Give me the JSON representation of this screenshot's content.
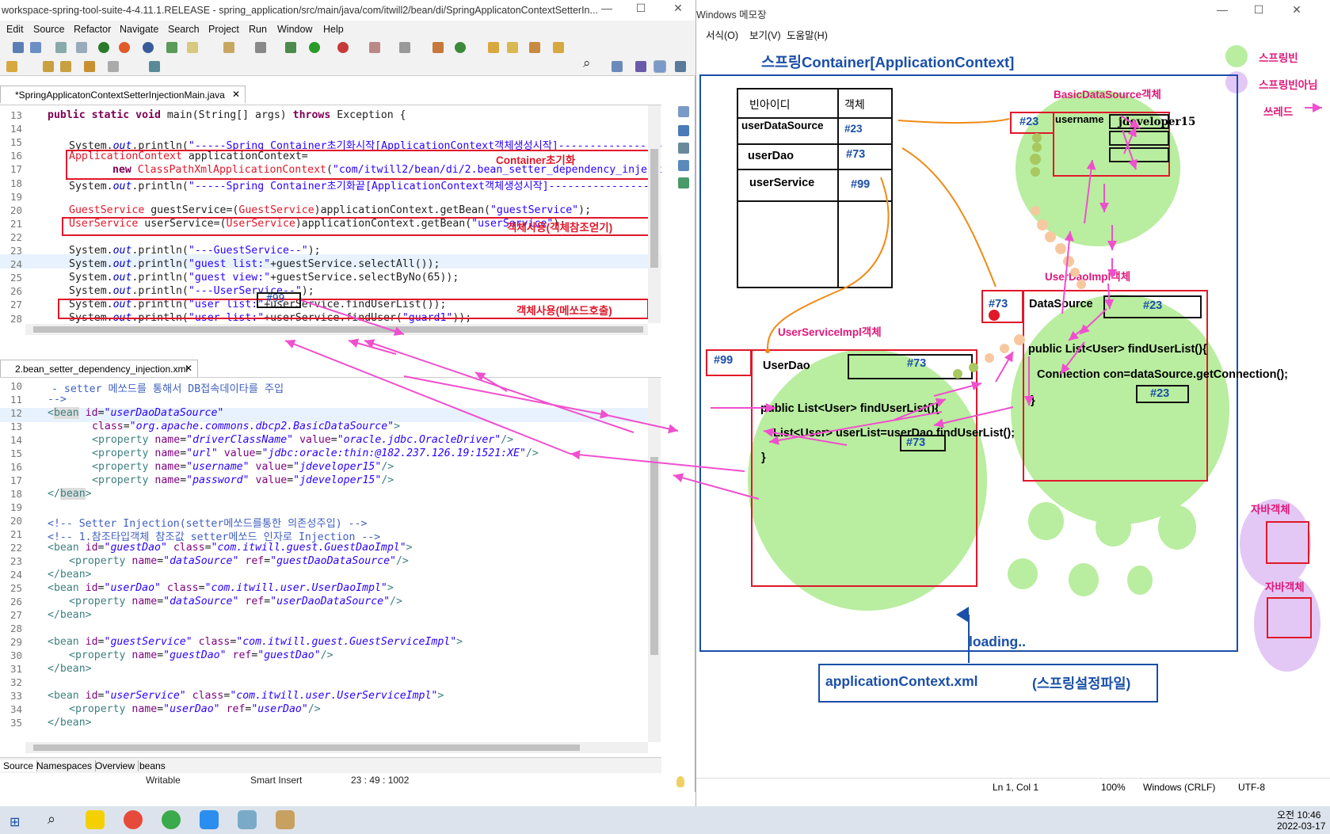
{
  "eclipse": {
    "window_title": "workspace-spring-tool-suite-4-4.11.1.RELEASE - spring_application/src/main/java/com/itwill2/bean/di/SpringApplicatonContextSetterIn...",
    "menu": [
      "Edit",
      "Source",
      "Refactor",
      "Navigate",
      "Search",
      "Project",
      "Run",
      "Window",
      "Help"
    ],
    "java_tab": "*SpringApplicatonContextSetterInjectionMain.java",
    "xml_tab": "2.bean_setter_dependency_injection.xml",
    "java_line_numbers": [
      "13",
      "14",
      "15",
      "16",
      "17",
      "18",
      "19",
      "20",
      "21",
      "22",
      "23",
      "24",
      "25",
      "26",
      "27",
      "28"
    ],
    "xml_line_numbers": [
      "10",
      "11",
      "12",
      "13",
      "14",
      "15",
      "16",
      "17",
      "18",
      "19",
      "20",
      "21",
      "22",
      "23",
      "24",
      "25",
      "26",
      "27",
      "28",
      "29",
      "30",
      "31",
      "32",
      "33",
      "34",
      "35"
    ],
    "annotations": {
      "container_init": "Container초기화",
      "object_use_ref": "객체사용(객체참조얻기)",
      "object_use_method": "객체사용(메쏘드호출)",
      "ref99": "#99"
    },
    "bottom_tabs": [
      "Source",
      "Namespaces",
      "Overview",
      "beans"
    ],
    "status": {
      "writable": "Writable",
      "insert": "Smart Insert",
      "position": "23 : 49 : 1002"
    }
  },
  "notepad": {
    "window_title": "Windows 메모장",
    "menu": [
      "서식(O)",
      "보기(V)",
      "도움말(H)"
    ],
    "container_title": "스프링Container[ApplicationContext]",
    "legend": {
      "spring_bean": "스프링빈",
      "not_spring_bean": "스프링빈아님",
      "thread": "쓰레드"
    },
    "table": {
      "col_id": "빈아이디",
      "col_obj": "객체",
      "rows": [
        {
          "id": "userDataSource",
          "ref": "#23"
        },
        {
          "id": "userDao",
          "ref": "#73"
        },
        {
          "id": "userService",
          "ref": "#99"
        }
      ]
    },
    "basic_ds": {
      "title": "BasicDataSource객체",
      "ref": "#23",
      "prop": "username",
      "value": "jdeveloper15"
    },
    "userdao_impl": {
      "title": "UserDaoImpl객체",
      "ref": "#73",
      "field": "DataSource",
      "field_ref": "#23",
      "method": "public List<User> findUserList(){",
      "body": "Connection con=dataSource.getConnection();",
      "body_ref": "#23",
      "close": "}"
    },
    "userservice_impl": {
      "title": "UserServiceImpl객체",
      "ref": "#99",
      "field": "UserDao",
      "field_ref": "#73",
      "method": "public List<User> findUserList(){",
      "body": "List<User> userList=userDao.findUserList();",
      "body_ref": "#73",
      "close": "}"
    },
    "java_obj": [
      "자바객체",
      "자바객체"
    ],
    "loading": "loading..",
    "config_file": "applicationContext.xml",
    "config_desc": "(스프링설정파일)",
    "status": {
      "pos": "Ln 1, Col 1",
      "zoom": "100%",
      "eol": "Windows (CRLF)",
      "enc": "UTF-8"
    }
  },
  "taskbar": {
    "time": "오전 10:46",
    "date": "2022-03-17"
  }
}
